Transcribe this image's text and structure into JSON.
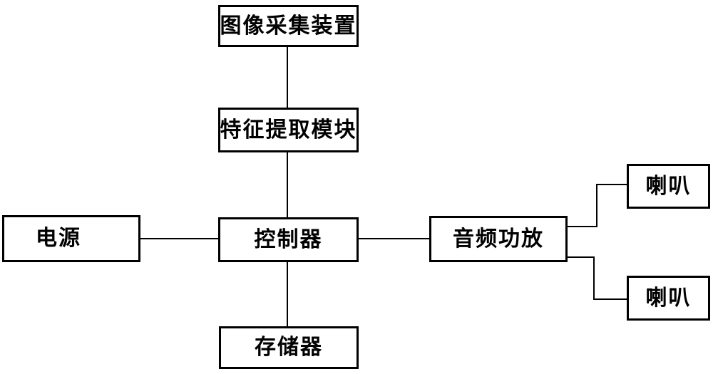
{
  "diagram": {
    "background_color": "#ffffff",
    "stroke_color": "#000000",
    "nodes": {
      "image_capture": {
        "label": "图像采集装置"
      },
      "feature_extract": {
        "label": "特征提取模块"
      },
      "controller": {
        "label": "控制器"
      },
      "power": {
        "label": "电源"
      },
      "audio_amp": {
        "label": "音频功放"
      },
      "speaker_top": {
        "label": "喇叭"
      },
      "speaker_bottom": {
        "label": "喇叭"
      },
      "memory": {
        "label": "存储器"
      }
    },
    "edges": [
      {
        "from": "image_capture",
        "to": "feature_extract"
      },
      {
        "from": "feature_extract",
        "to": "controller"
      },
      {
        "from": "power",
        "to": "controller"
      },
      {
        "from": "controller",
        "to": "audio_amp"
      },
      {
        "from": "controller",
        "to": "memory"
      },
      {
        "from": "audio_amp",
        "to": "speaker_top"
      },
      {
        "from": "audio_amp",
        "to": "speaker_bottom"
      }
    ]
  }
}
